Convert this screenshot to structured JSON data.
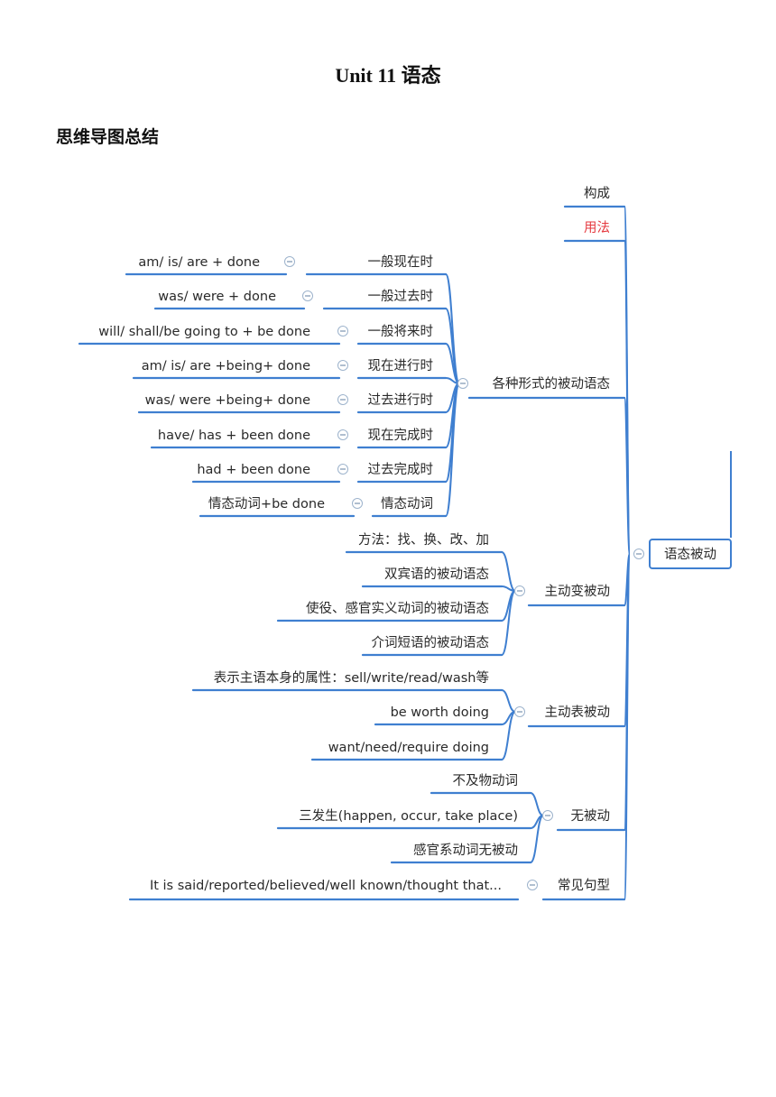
{
  "document": {
    "title": "Unit 11 语态",
    "section_heading": "思维导图总结"
  },
  "mindmap": {
    "root": "语态被动",
    "top_branches": {
      "goucheng": "构成",
      "yongfa": "用法"
    },
    "forms": {
      "label": "各种形式的被动语态",
      "items": [
        {
          "tense": "一般现在时",
          "formula": "am/ is/ are + done"
        },
        {
          "tense": "一般过去时",
          "formula": "was/ were + done"
        },
        {
          "tense": "一般将来时",
          "formula": "will/ shall/be going to + be done"
        },
        {
          "tense": "现在进行时",
          "formula": "am/ is/ are +being+ done"
        },
        {
          "tense": "过去进行时",
          "formula": "was/ were +being+ done"
        },
        {
          "tense": "现在完成时",
          "formula": "have/ has + been done"
        },
        {
          "tense": "过去完成时",
          "formula": "had + been done"
        },
        {
          "tense": "情态动词",
          "formula": "情态动词+be done"
        }
      ]
    },
    "active_to_passive": {
      "label": "主动变被动",
      "items": [
        "方法：找、换、改、加",
        "双宾语的被动语态",
        "使役、感官实义动词的被动语态",
        "介词短语的被动语态"
      ]
    },
    "active_form_passive_meaning": {
      "label": "主动表被动",
      "items": [
        "表示主语本身的属性：sell/write/read/wash等",
        "be worth doing",
        "want/need/require doing"
      ]
    },
    "no_passive": {
      "label": "无被动",
      "items": [
        "不及物动词",
        "三发生(happen, occur, take place)",
        "感官系动词无被动"
      ]
    },
    "common_patterns": {
      "label": "常见句型",
      "item": "It is said/reported/believed/well known/thought that..."
    }
  },
  "colors": {
    "branch_line": "#3f7fd0",
    "highlight_text": "#e5393f",
    "collapse_icon": "#7b94b0"
  }
}
